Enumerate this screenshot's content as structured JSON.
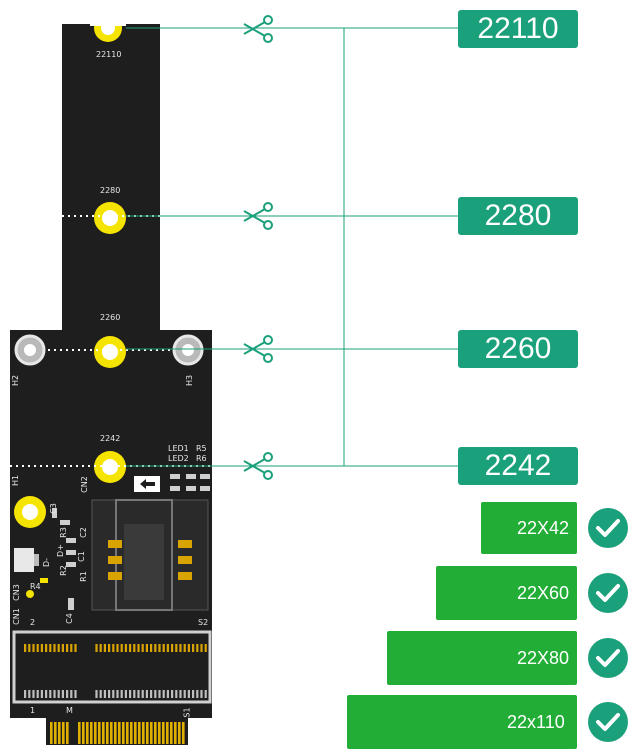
{
  "lengths": [
    {
      "label": "22110"
    },
    {
      "label": "2280"
    },
    {
      "label": "2260"
    },
    {
      "label": "2242"
    }
  ],
  "boards": [
    {
      "label": "22X42"
    },
    {
      "label": "22X60"
    },
    {
      "label": "22X80"
    },
    {
      "label": "22x110"
    }
  ],
  "pcb": {
    "hole_labels": [
      "22110",
      "2280",
      "2260",
      "2242"
    ],
    "silk": {
      "h1": "H1",
      "h2": "H2",
      "h3": "H3",
      "cn1": "CN1",
      "cn2": "CN2",
      "cn3": "CN3",
      "led1": "LED1",
      "led2": "LED2",
      "r1": "R1",
      "r2": "R2",
      "r3": "R3",
      "r4": "R4",
      "r5": "R5",
      "r6": "R6",
      "c1": "C1",
      "c2": "C2",
      "c3": "C3",
      "c4": "C4",
      "dminus": "D-",
      "dplus": "D+",
      "two": "2",
      "s2": "S2",
      "one": "1",
      "m": "M",
      "s1": "S1"
    }
  },
  "colors": {
    "accent": "#1aa07a",
    "board": "#22ad36",
    "pcb": "#1e1e1e",
    "hole": "#f5e300"
  }
}
